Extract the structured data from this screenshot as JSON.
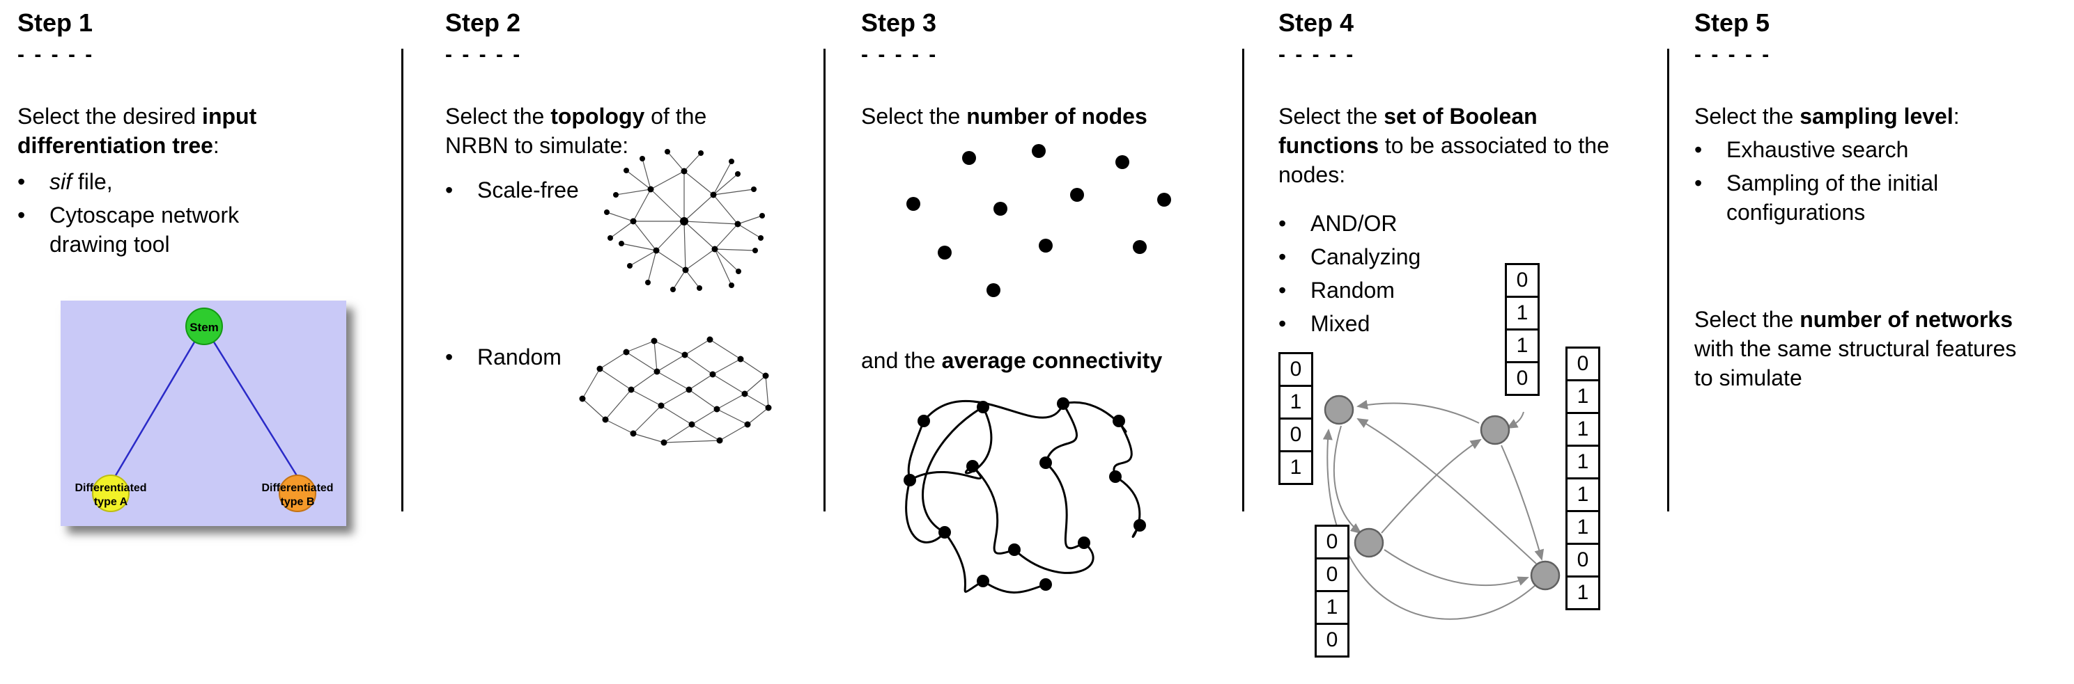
{
  "figure": {
    "dash_separator": "- - - - -",
    "bullet_char": "•"
  },
  "steps": [
    {
      "title": "Step 1",
      "description": {
        "pre": "Select the desired ",
        "bold": "input differentiation tree",
        "post": ":"
      },
      "bullets": [
        {
          "italic": "sif",
          "text": " file,"
        },
        {
          "text": "Cytoscape network drawing tool"
        }
      ],
      "tree_diagram": {
        "stem_label": "Stem",
        "left_node_line1": "Differentiated",
        "left_node_line2": "type A",
        "right_node_line1": "Differentiated",
        "right_node_line2": "type B"
      }
    },
    {
      "title": "Step 2",
      "description": {
        "pre": "Select the ",
        "bold": "topology",
        "post": " of the NRBN to simulate:"
      },
      "bullets": [
        {
          "text": "Scale-free"
        },
        {
          "text": "Random"
        }
      ]
    },
    {
      "title": "Step 3",
      "description": {
        "pre": "Select the ",
        "bold": "number of nodes",
        "post": ""
      },
      "description2": {
        "pre": "and the ",
        "bold": "average connectivity",
        "post": ""
      }
    },
    {
      "title": "Step 4",
      "description": {
        "pre": "Select the ",
        "bold": "set of Boolean functions",
        "post": " to be associated to the nodes:"
      },
      "bullets": [
        {
          "text": "AND/OR"
        },
        {
          "text": "Canalyzing"
        },
        {
          "text": "Random"
        },
        {
          "text": "Mixed"
        }
      ],
      "truth_tables": {
        "left": [
          "0",
          "1",
          "0",
          "1"
        ],
        "top": [
          "0",
          "1",
          "1",
          "0"
        ],
        "bottom": [
          "0",
          "0",
          "1",
          "0"
        ],
        "right": [
          "0",
          "1",
          "1",
          "1",
          "1",
          "1",
          "0",
          "1"
        ]
      }
    },
    {
      "title": "Step 5",
      "description": {
        "pre": "Select the ",
        "bold": "sampling level",
        "post": ":"
      },
      "bullets": [
        {
          "text": "Exhaustive search"
        },
        {
          "text": "Sampling of the initial configurations"
        }
      ],
      "description2": {
        "pre": "Select the ",
        "bold": "number of networks",
        "post": " with the same structural features to simulate"
      }
    }
  ],
  "colors": {
    "tree_background": "#c9c9f7",
    "stem_node": "#2ecc2e",
    "type_a_node": "#f2f228",
    "type_b_node": "#f59a2a",
    "tree_edge": "#2a2ac8"
  }
}
